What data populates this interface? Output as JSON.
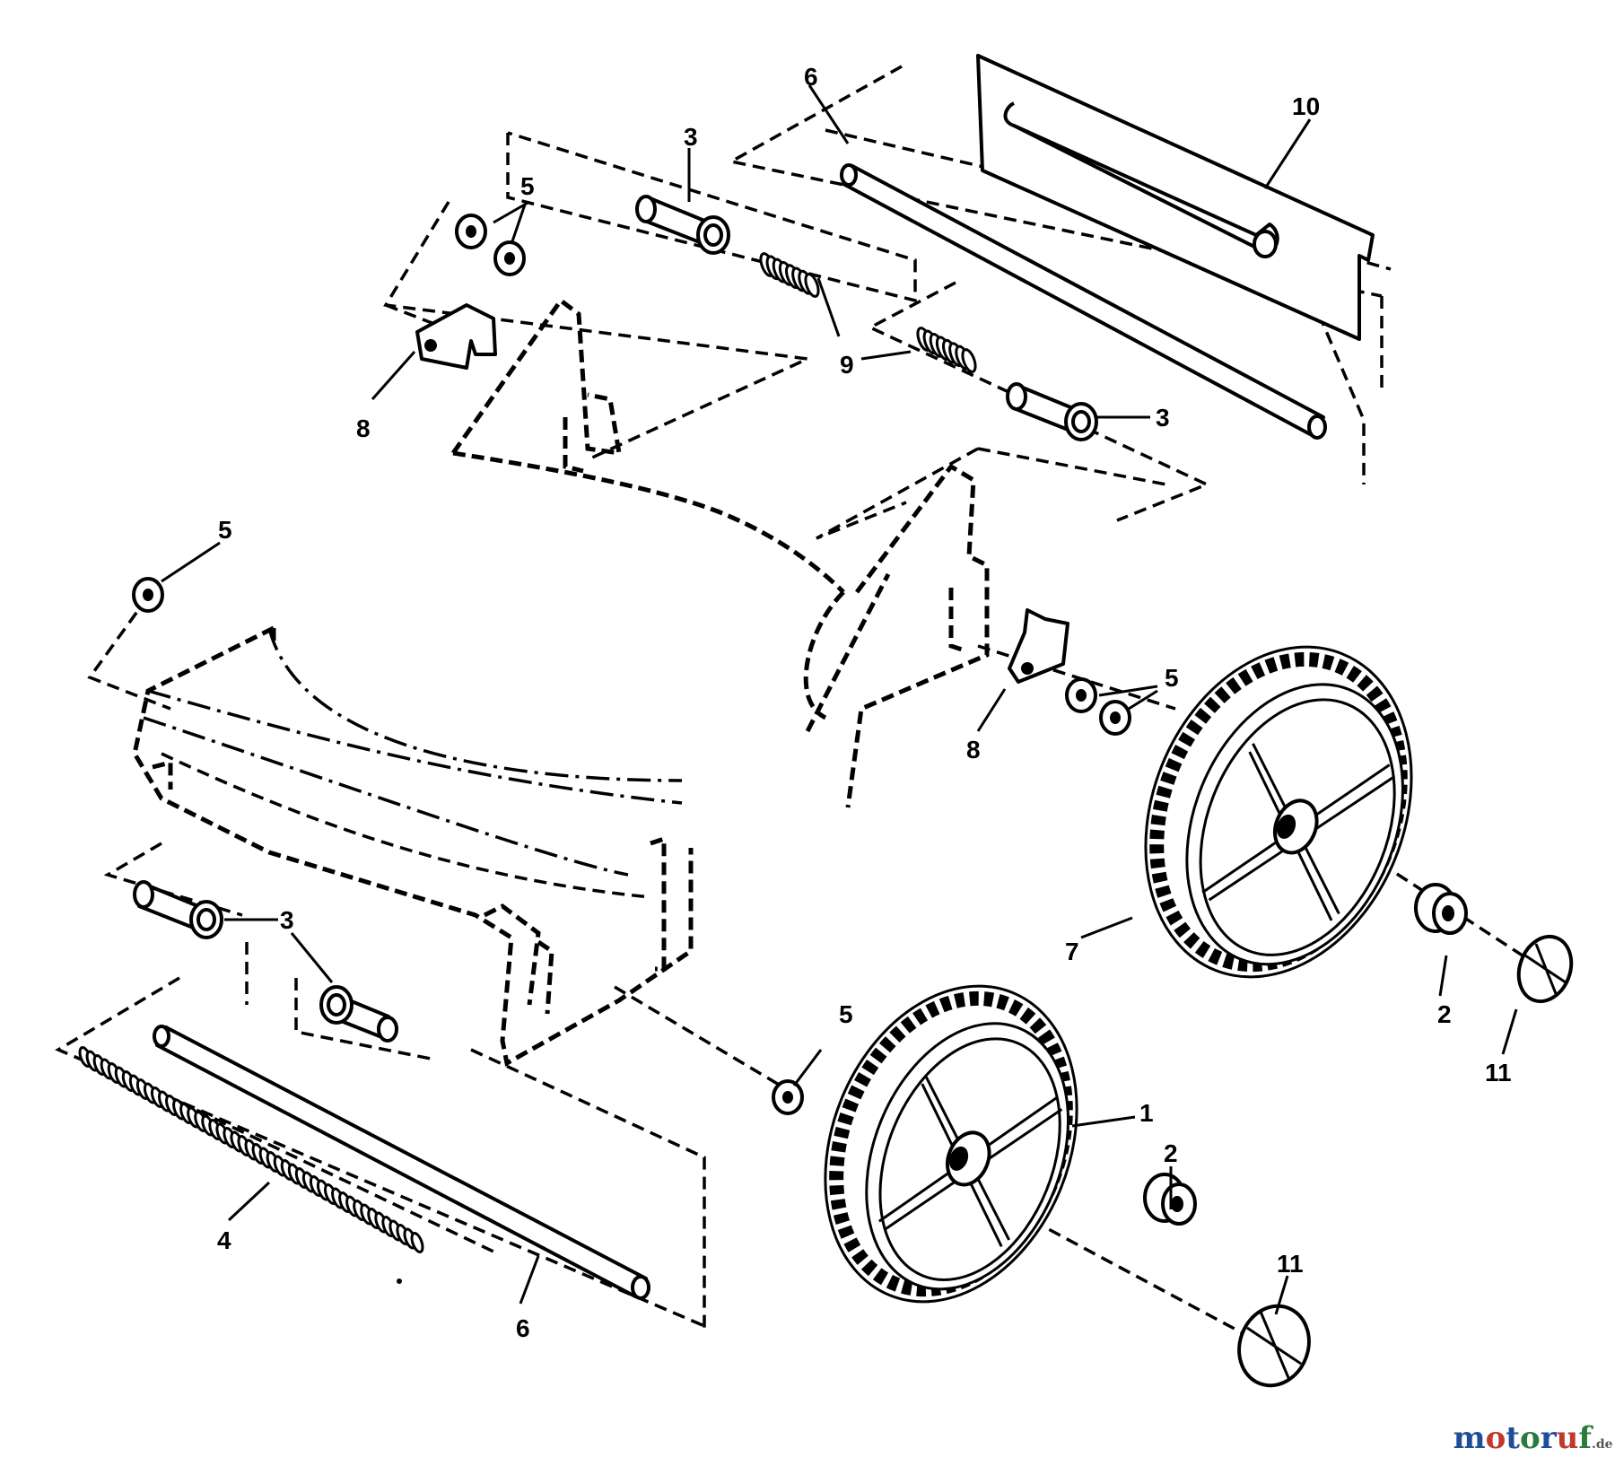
{
  "callouts": [
    {
      "id": "c-10",
      "text": "10"
    },
    {
      "id": "c-6-top",
      "text": "6"
    },
    {
      "id": "c-3-top",
      "text": "3"
    },
    {
      "id": "c-5-top",
      "text": "5"
    },
    {
      "id": "c-8-left",
      "text": "8"
    },
    {
      "id": "c-9",
      "text": "9"
    },
    {
      "id": "c-3-right",
      "text": "3"
    },
    {
      "id": "c-5-left",
      "text": "5"
    },
    {
      "id": "c-5-right",
      "text": "5"
    },
    {
      "id": "c-8-right",
      "text": "8"
    },
    {
      "id": "c-3-left-a",
      "text": "3"
    },
    {
      "id": "c-3-left-b",
      "text": "3"
    },
    {
      "id": "c-7",
      "text": "7"
    },
    {
      "id": "c-2-right",
      "text": "2"
    },
    {
      "id": "c-11-right",
      "text": "11"
    },
    {
      "id": "c-5-bottom",
      "text": "5"
    },
    {
      "id": "c-1",
      "text": "1"
    },
    {
      "id": "c-4",
      "text": "4"
    },
    {
      "id": "c-6-bottom",
      "text": "6"
    },
    {
      "id": "c-2-bottom",
      "text": "2"
    },
    {
      "id": "c-11-bottom",
      "text": "11"
    }
  ],
  "watermark": {
    "main": "motoruf",
    "sub": ".de",
    "colors": [
      "#1f4e99",
      "#c0392b",
      "#1f4e99",
      "#2b7a3d",
      "#1f4e99",
      "#c0392b",
      "#2b7a3d"
    ]
  },
  "icons": [
    "wheel-icon",
    "spring-icon",
    "axle-icon",
    "bushing-icon",
    "washer-icon",
    "bracket-icon",
    "hubcap-icon",
    "handle-bar-icon"
  ]
}
